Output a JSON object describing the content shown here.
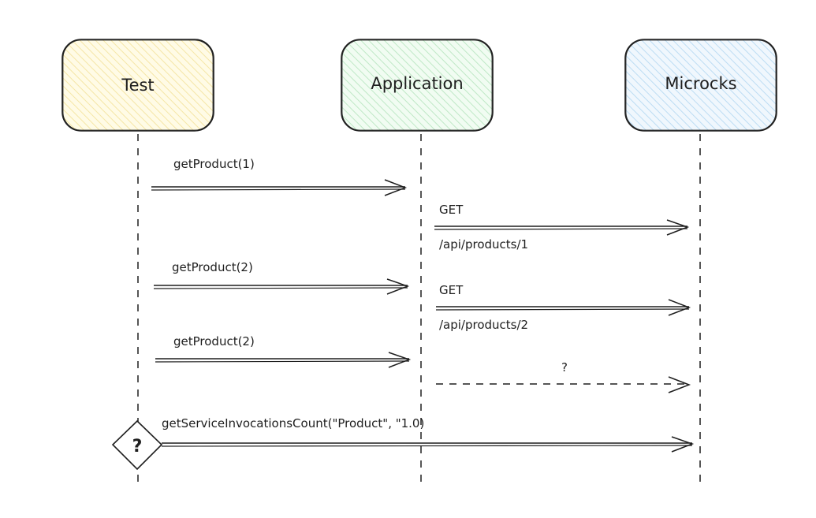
{
  "participants": {
    "test": {
      "label": "Test",
      "color": "#fff3bf"
    },
    "application": {
      "label": "Application",
      "color": "#d3f9d8"
    },
    "microcks": {
      "label": "Microcks",
      "color": "#d0ebff"
    }
  },
  "messages": {
    "m1": {
      "label": "getProduct(1)"
    },
    "m2": {
      "label": "GET",
      "sublabel": "/api/products/1"
    },
    "m3": {
      "label": "getProduct(2)"
    },
    "m4": {
      "label": "GET",
      "sublabel": "/api/products/2"
    },
    "m5": {
      "label": "getProduct(2)"
    },
    "m6": {
      "label": "?"
    },
    "m7": {
      "label": "getServiceInvocationsCount(\"Product\", \"1.0)"
    }
  },
  "decision": {
    "label": "?"
  },
  "colors": {
    "stroke": "#1e1e1e"
  }
}
